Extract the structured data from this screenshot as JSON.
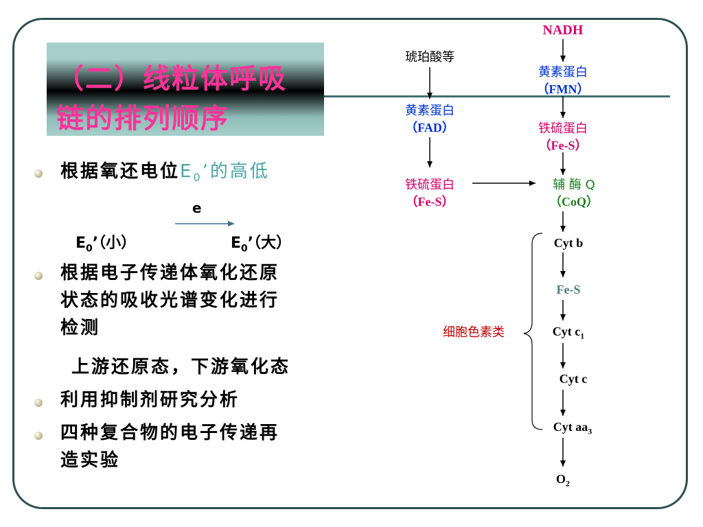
{
  "title_lines": [
    "（二）线粒体呼吸",
    "链的排列顺序"
  ],
  "bullets": {
    "b1_pre": "根据氧还电位",
    "b1_e0": "E",
    "b1_sub": "0",
    "b1_post": "’的高低",
    "e_label": "e",
    "e0_left": "E",
    "e0_left_sub": "0",
    "e0_left_post": "’（小）",
    "e0_right": "E",
    "e0_right_sub": "0",
    "e0_right_post": "’（大）",
    "b2_lines": [
      "根据电子传递体氧化还原",
      "状态的吸收光谱变化进行",
      "检测"
    ],
    "b2_sub": "上游还原态，下游氧化态",
    "b3": "利用抑制剂研究分析",
    "b4_lines": [
      "四种复合物的电子传递再",
      "造实验"
    ]
  },
  "diagram": {
    "nadh": "NADH",
    "succinate": "琥珀酸等",
    "fmn_name": "黄素蛋白",
    "fmn_code": "（FMN）",
    "fad_name": "黄素蛋白",
    "fad_code": "（FAD）",
    "fes_right_name": "铁硫蛋白",
    "fes_right_code": "（Fe-S）",
    "fes_left_name": "铁硫蛋白",
    "fes_left_code": "（Fe-S）",
    "coq_name": "辅 酶 Q",
    "coq_code": "（CoQ）",
    "cyt_b": "Cyt b",
    "fe_s": "Fe-S",
    "cyt_c1": "Cyt c",
    "cyt_c1_sub": "1",
    "cyt_c": "Cyt c",
    "cyt_aa3": "Cyt aa",
    "cyt_aa3_sub": "3",
    "o2": "O",
    "o2_sub": "2",
    "cytochromes_label": "细胞色素类"
  },
  "colors": {
    "title": "#ff3399",
    "teal_text": "#4aa3a3",
    "blue_label": "#0033cc",
    "pink_label": "#d4006a",
    "green_label": "#1f7f1f",
    "red_label": "#c00000"
  }
}
